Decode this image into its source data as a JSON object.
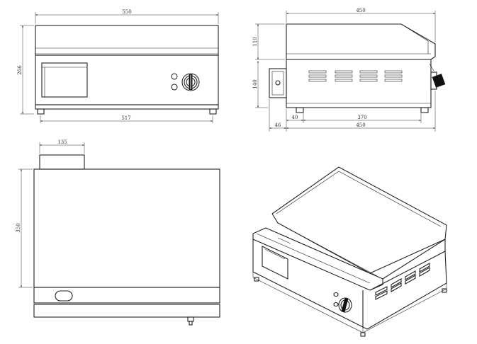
{
  "front_view": {
    "width_overall": "550",
    "width_feet": "517",
    "height_overall": "266"
  },
  "side_view": {
    "depth_overall_top": "450",
    "depth_overall_bottom": "450",
    "height_upper": "110",
    "height_lower": "140",
    "offset_back": "46",
    "offset_foot": "40",
    "foot_spacing": "370"
  },
  "top_view": {
    "tray_width": "135",
    "depth": "350"
  }
}
